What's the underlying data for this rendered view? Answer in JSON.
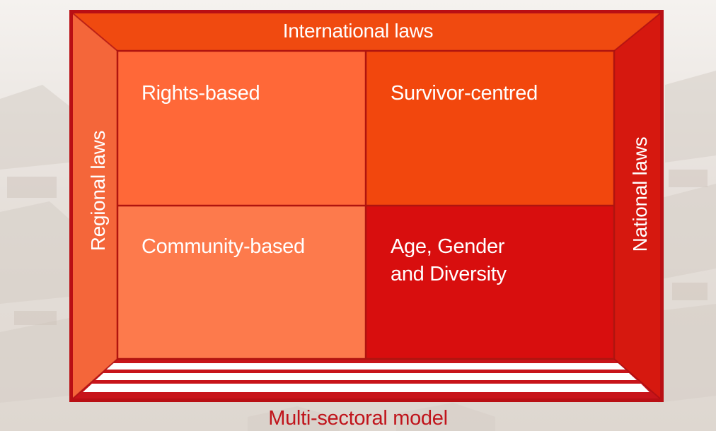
{
  "diagram": {
    "top": "International laws",
    "left": "Regional laws",
    "right": "National laws",
    "bottom": "Multi-sectoral model",
    "cells": [
      {
        "label": "Rights-based"
      },
      {
        "label": "Survivor-centred"
      },
      {
        "label": "Community-based"
      },
      {
        "label": "Age, Gender\nand Diversity"
      }
    ]
  },
  "colors": {
    "top_band": "#f04a10",
    "left_band": "#f4663a",
    "right_band": "#d6180f",
    "cell_rights": "#ff6838",
    "cell_survivor": "#f2470d",
    "cell_community": "#fd7a4c",
    "cell_age": "#d80e0e",
    "frame": "#b90f14",
    "bottom_text": "#c0141b"
  }
}
